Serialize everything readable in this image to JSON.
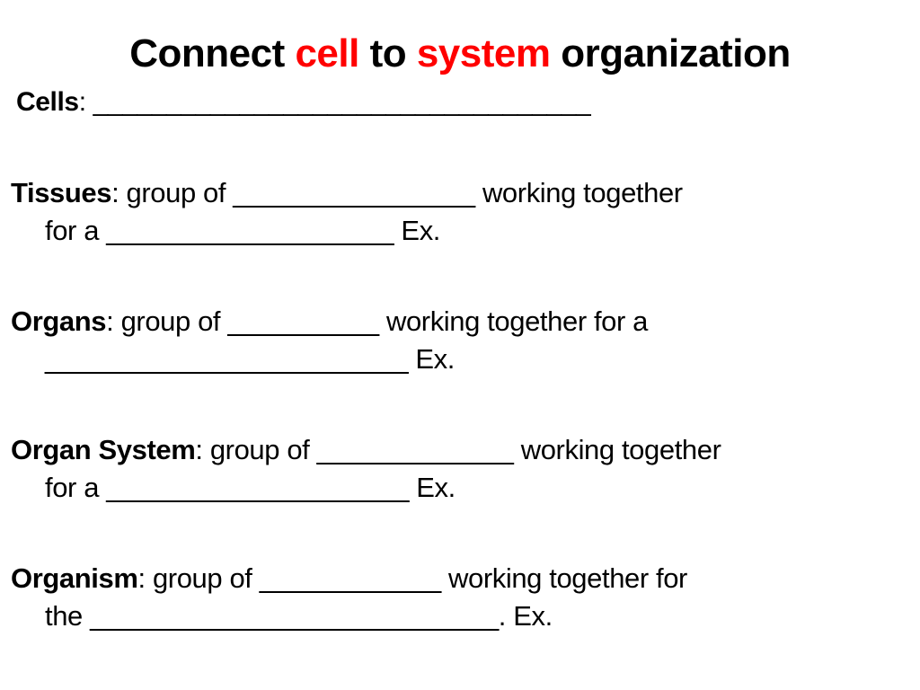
{
  "title": {
    "part1": "Connect ",
    "accent1": "cell",
    "part2": " to ",
    "accent2": "system",
    "part3": " organization",
    "accent_color": "#ff0000"
  },
  "cells": {
    "term": "Cells",
    "rest": ": __________________________________"
  },
  "tissues": {
    "term": "Tissues",
    "line1": ": group of ________________ working together",
    "line2": "for a ___________________ Ex."
  },
  "organs": {
    "term": "Organs",
    "line1": ": group of __________ working together for a",
    "line2": "________________________  Ex."
  },
  "organ_system": {
    "term": "Organ System",
    "line1": ": group of _____________ working together",
    "line2": "for a ____________________ Ex."
  },
  "organism": {
    "term": "Organism",
    "line1": ": group of ____________ working together for",
    "line2": "the ___________________________. Ex."
  }
}
